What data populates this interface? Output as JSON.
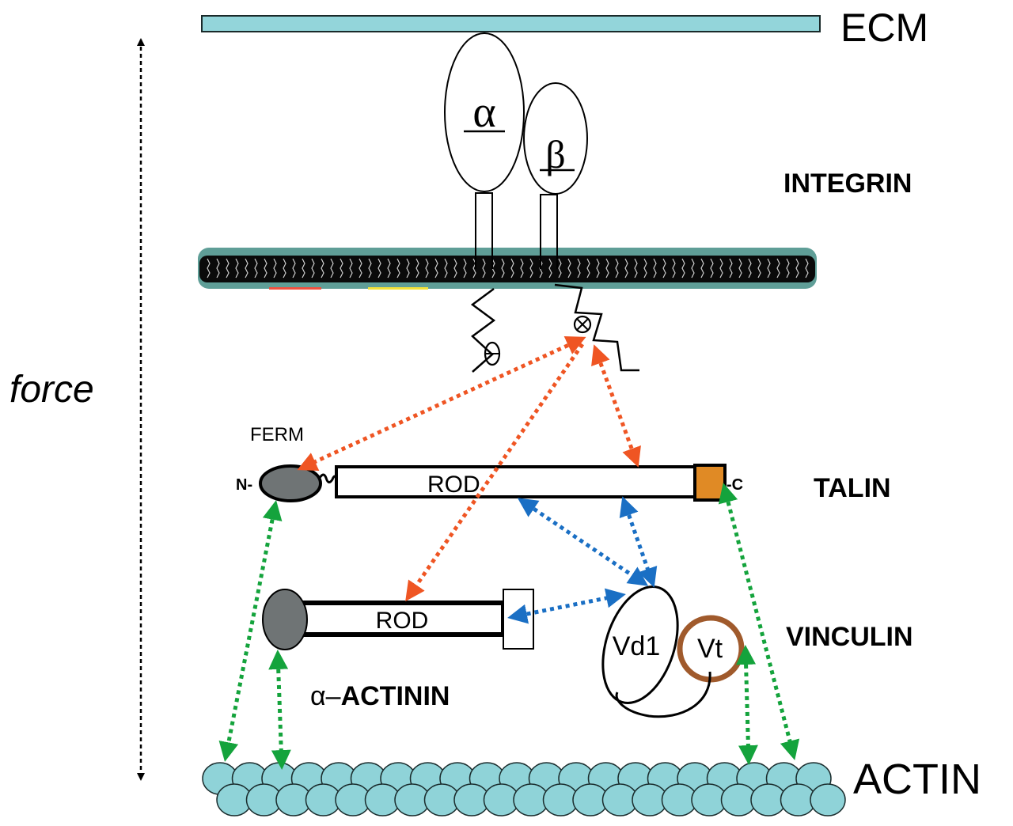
{
  "colors": {
    "ecm_fill": "#93d5da",
    "membrane_head": "#5f9e97",
    "membrane_core": "#0a0a0a",
    "actin_fill": "#8fd3d8",
    "ferm_fill": "#6f7475",
    "talin_c_fill": "#e08a25",
    "vt_stroke": "#a05a2c",
    "arrow_red": "#ef5523",
    "arrow_blue": "#1a6fc4",
    "arrow_green": "#14a33c",
    "ink": "#000000",
    "membrane_red": "#f0513f",
    "membrane_yellow": "#f3e23a"
  },
  "labels": {
    "ecm": "ECM",
    "integrin": "INTEGRIN",
    "force": "force",
    "ferm": "FERM",
    "talin_n": "N-",
    "talin_c": "-C",
    "talin_rod": "ROD",
    "talin": "TALIN",
    "actinin_rod": "ROD",
    "vinculin": "VINCULIN",
    "actinin_prefix": "α–",
    "actinin": "ACTININ",
    "vd1": "Vd1",
    "vt": "Vt",
    "actin": "ACTIN",
    "alpha": "α",
    "beta": "β"
  },
  "interactions": [
    {
      "from": "integrin-beta-tail",
      "to": "talin-ferm",
      "type": "red"
    },
    {
      "from": "integrin-beta-tail",
      "to": "talin-rod",
      "type": "red"
    },
    {
      "from": "integrin-beta-tail",
      "to": "alpha-actinin-rod",
      "type": "red"
    },
    {
      "from": "talin-rod",
      "to": "vinculin-vd1",
      "type": "blue"
    },
    {
      "from": "talin-rod",
      "to": "vinculin-vd1",
      "type": "blue"
    },
    {
      "from": "alpha-actinin-end",
      "to": "vinculin-vd1",
      "type": "blue"
    },
    {
      "from": "talin-ferm",
      "to": "actin",
      "type": "green"
    },
    {
      "from": "alpha-actinin-head",
      "to": "actin",
      "type": "green"
    },
    {
      "from": "vinculin-vt",
      "to": "actin",
      "type": "green"
    },
    {
      "from": "talin-c",
      "to": "actin",
      "type": "green"
    }
  ]
}
